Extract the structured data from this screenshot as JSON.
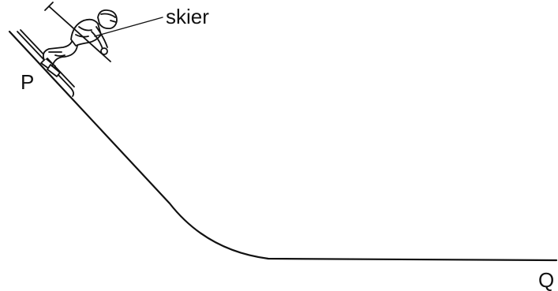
{
  "labels": {
    "skier": "skier",
    "point_start": "P",
    "point_end": "Q"
  },
  "icons": {
    "figure": "skier-icon"
  }
}
